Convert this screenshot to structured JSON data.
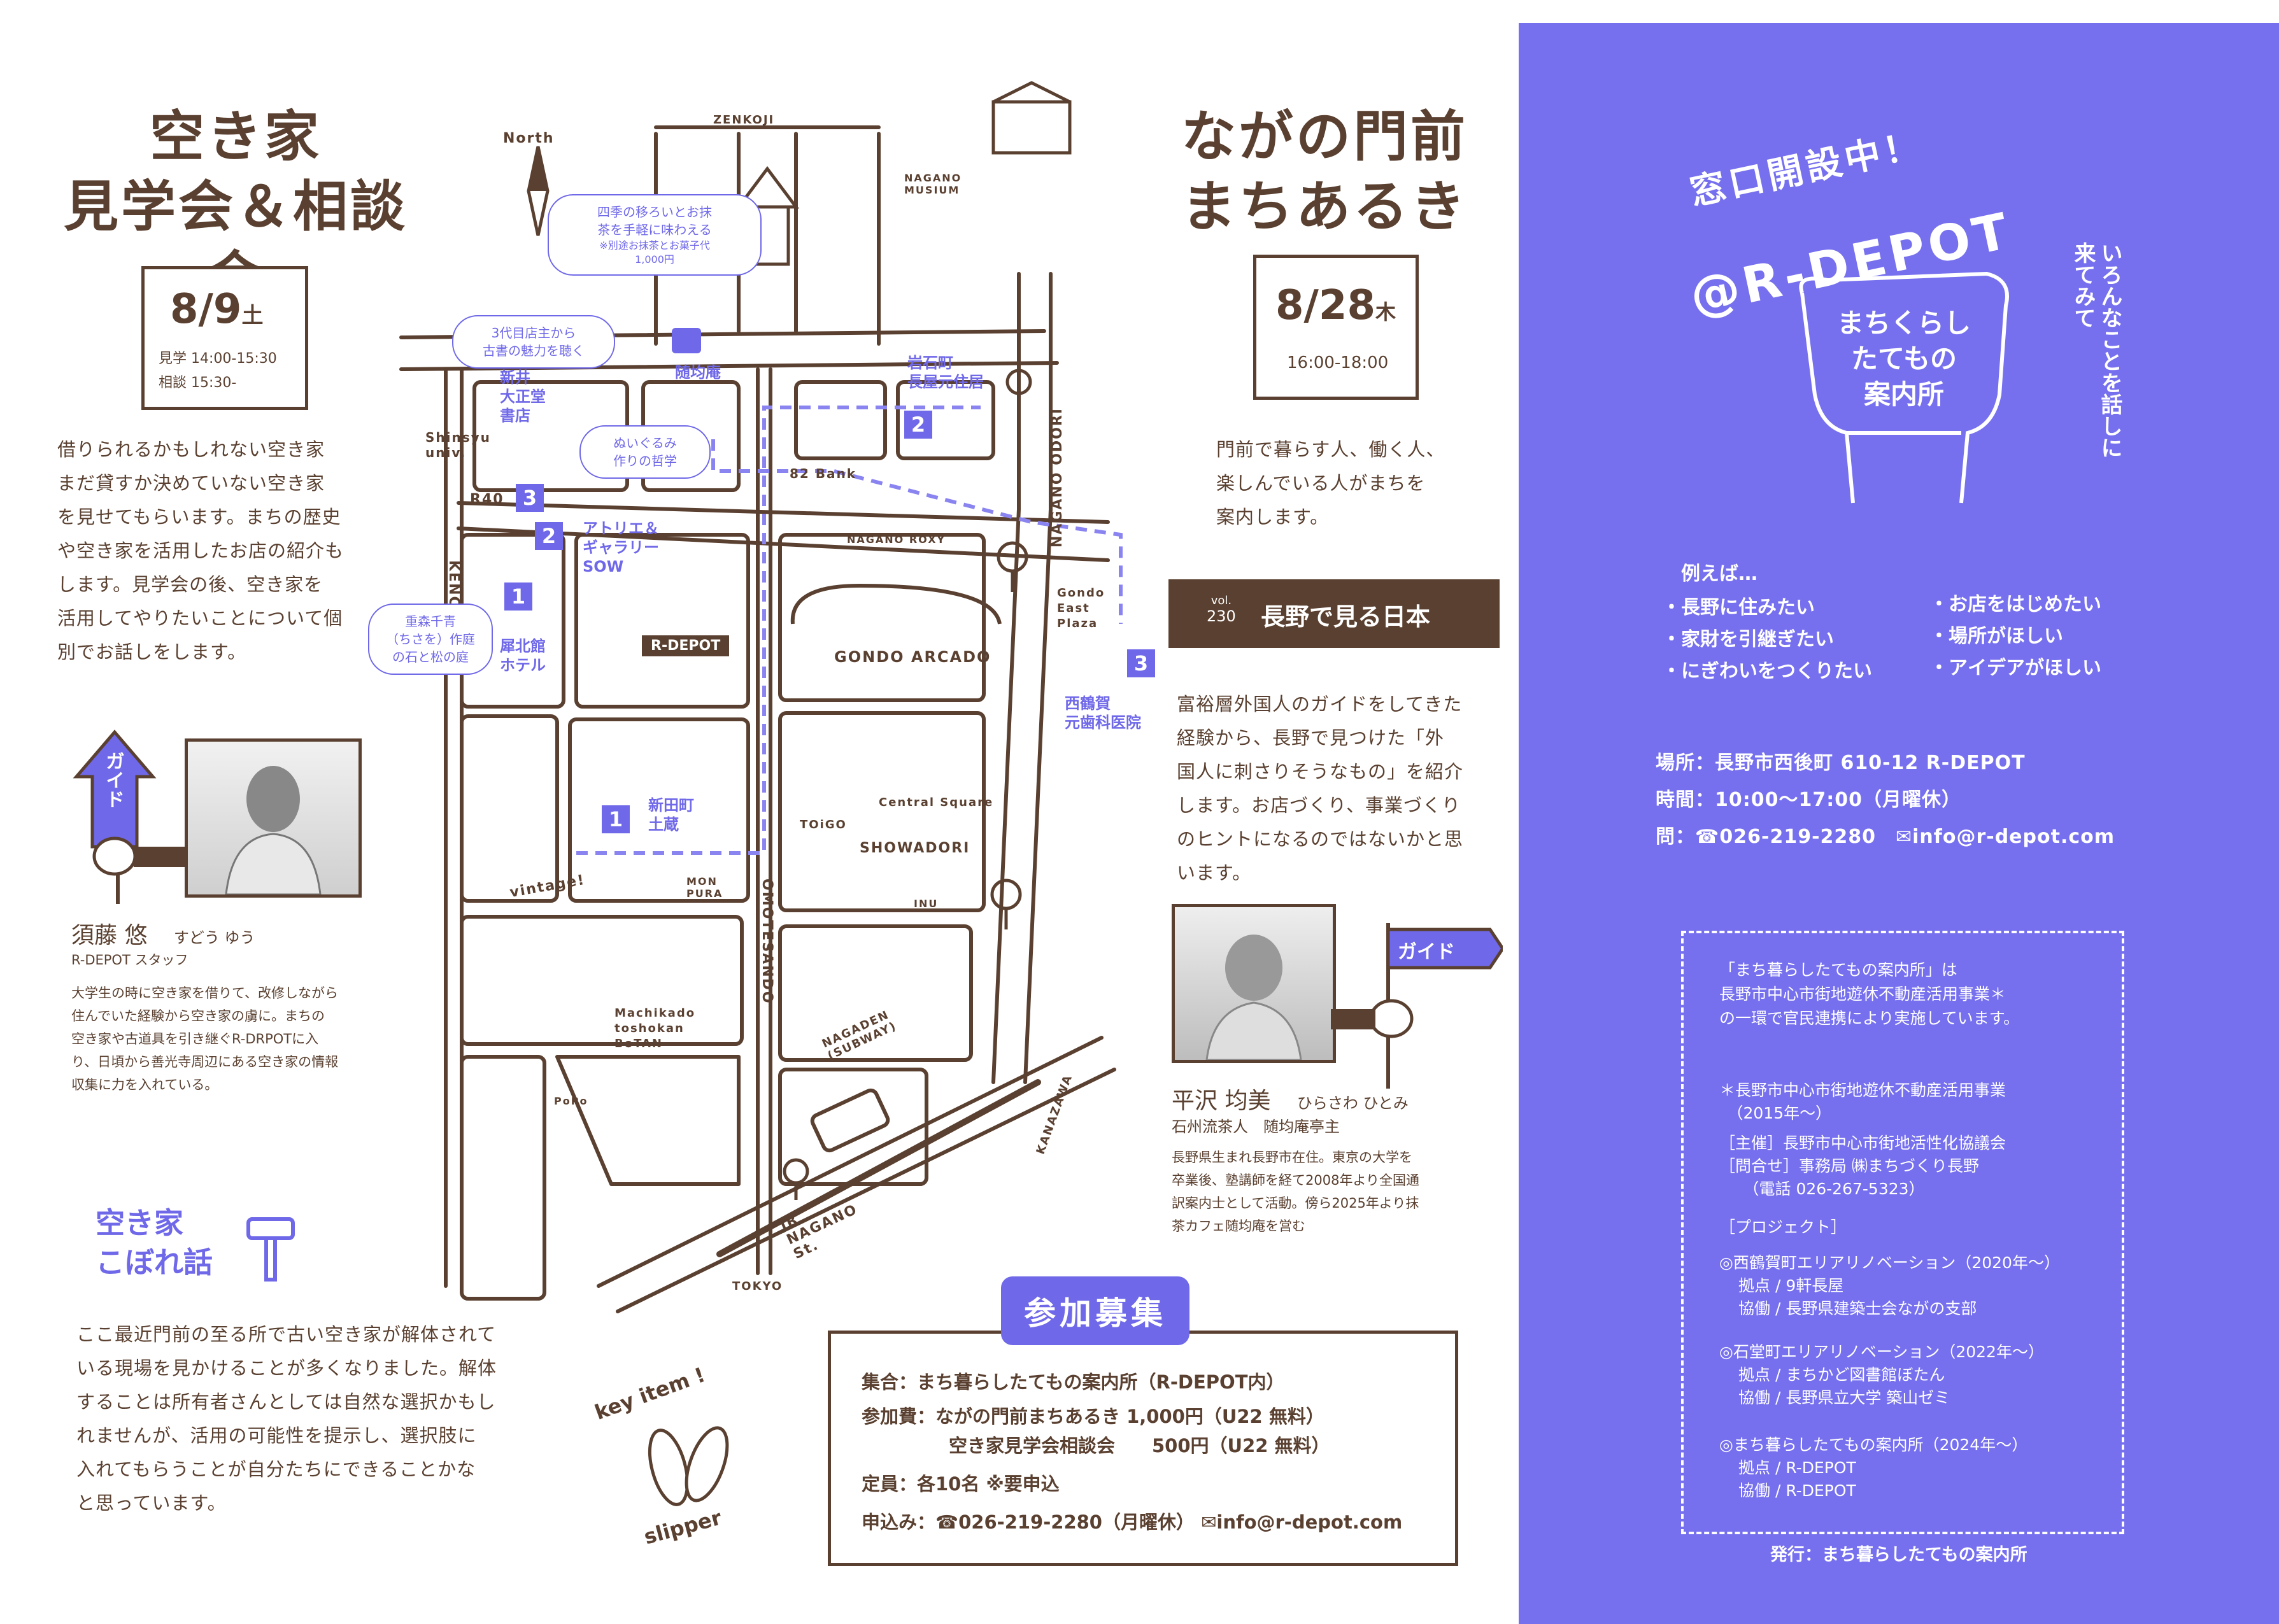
{
  "left": {
    "title_line1": "空き家",
    "title_line2": "見学会＆相談会",
    "date": "8/9",
    "weekday": "土",
    "schedule_tour": "見学 14:00-15:30",
    "schedule_consult": "相談 15:30-",
    "description": [
      "借りられるかもしれない空き家",
      "まだ貸すか決めていない空き家",
      "を見せてもらいます。まちの歴史",
      "や空き家を活用したお店の紹介も",
      "します。見学会の後、空き家を",
      "活用してやりたいことについて個",
      "別でお話しをします。"
    ],
    "guide_flag": "ガイド",
    "guide_name": "須藤 悠",
    "guide_kana": "すどう ゆう",
    "guide_role": "R-DEPOT スタッフ",
    "guide_bio": [
      "大学生の時に空き家を借りて、改修しながら",
      "住んでいた経験から空き家の虜に。まちの",
      "空き家や古道具を引き継ぐR-DRPOTに入",
      "り、日頃から善光寺周辺にある空き家の情報",
      "収集に力を入れている。"
    ],
    "column_title1": "空き家",
    "column_title2": "こぼれ話",
    "column_text": [
      "ここ最近門前の至る所で古い空き家が解体されて",
      "いる現場を見かけることが多くなりました。解体",
      "することは所有者さんとしては自然な選択かもし",
      "れませんが、活用の可能性を提示し、選択肢に",
      "入れてもらうことが自分たちにできることかな",
      "と思っています。"
    ],
    "key_item": "key item !",
    "slipper": "slipper"
  },
  "map": {
    "north": "North",
    "zenkoji": "ZENKOJI",
    "museum": "NAGANO MUSIUM",
    "shinsyu": "Shinsyu univ.",
    "r40": "R40",
    "kencho": "KENCHO",
    "b82": "82 Bank",
    "roxy": "NAGANO ROXY",
    "arcade": "GONDO ARCADO",
    "odori": "NAGANO ODORI",
    "plaza": "Gondo East Plaza",
    "central": "Central Square",
    "toigo": "TOiGO",
    "showadori": "SHOWADORI",
    "omotesando": "OMOTESANDO",
    "monpura": "MON PURA",
    "inu": "INU",
    "vintage": "vintage!",
    "machikado": "Machikado toshokan BoTAN",
    "popo": "PoPo",
    "nagaden": "NAGADEN (SUBWAY)",
    "kanazawa": "KANAZAWA",
    "jr": "JR NAGANO St.",
    "tokyo": "TOKYO",
    "rdepot": "R-DEPOT",
    "tag_matcha": [
      "四季の移ろいとお抹",
      "茶を手軽に味わえる"
    ],
    "tag_matcha_note": [
      "※別途お抹茶とお菓子代",
      "1,000円"
    ],
    "tag_books": [
      "3代目店主から",
      "古書の魅力を聴く"
    ],
    "tag_nuigurumi": [
      "ぬいぐるみ",
      "作りの哲学"
    ],
    "tag_garden": [
      "重森千青",
      "（ちさを）作庭",
      "の石と松の庭"
    ],
    "label_zuikin": "随均庵",
    "label_arai": [
      "新井",
      "大正堂",
      "書店"
    ],
    "label_atelier": [
      "アトリエ＆",
      "ギャラリー",
      "SOW"
    ],
    "label_saihokukan": [
      "犀北館",
      "ホテル"
    ],
    "label_shinden": [
      "新田町",
      "土蔵"
    ],
    "label_iwaishi": [
      "岩石町",
      "長屋元住居"
    ],
    "label_nishitsuruga": [
      "西鶴賀",
      "元歯科医院"
    ],
    "pin3a": "3",
    "pin2a": "2",
    "pin1a": "1",
    "pin1b": "1",
    "pin2b": "2",
    "pin3b": "3"
  },
  "middle": {
    "title_line1": "ながの門前",
    "title_line2": "まちあるき",
    "date": "8/28",
    "weekday": "木",
    "time": "16:00-18:00",
    "description": [
      "門前で暮らす人、働く人、",
      "楽しんでいる人がまちを",
      "案内します。"
    ],
    "vol_label": "vol.",
    "vol_num": "230",
    "banner": "長野で見る日本",
    "banner_text": [
      "富裕層外国人のガイドをしてきた",
      "経験から、長野で見つけた「外",
      "国人に刺さりそうなもの」を紹介",
      "します。お店づくり、事業づくり",
      "のヒントになるのではないかと思",
      "います。"
    ],
    "guide_flag": "ガイド",
    "guide_name": "平沢 均美",
    "guide_kana": "ひらさわ ひとみ",
    "guide_role": "石州流茶人　随均庵亭主",
    "guide_bio": [
      "長野県生まれ長野市在住。東京の大学を",
      "卒業後、塾講師を経て2008年より全国通",
      "訳案内士として活動。傍ら2025年より抹",
      "茶カフェ随均庵を営む"
    ]
  },
  "signup": {
    "header": "参加募集",
    "line1": "集合：まち暮らしたてもの案内所（R-DEPOT内）",
    "line2": "参加費：ながの門前まちあるき 1,000円（U22 無料）",
    "line3": "空き家見学会相談会　　500円（U22 無料）",
    "line4": "定員：各10名 ※要申込",
    "line5": "申込み：☎026-219-2280（月曜休） ✉info@r-depot.com"
  },
  "right": {
    "headline1": "窓口開設中！",
    "headline2": "@R-DEPOT",
    "sign1": "まちくらし",
    "sign2": "たてもの",
    "sign3": "案内所",
    "vertical": "いろんなことを話しに来てみて",
    "examples_title": "例えば…",
    "examples_left": [
      "・長野に住みたい",
      "・家財を引継ぎたい",
      "・にぎわいをつくりたい"
    ],
    "examples_right": [
      "・お店をはじめたい",
      "・場所がほしい",
      "・アイデアがほしい"
    ],
    "place": "場所：長野市西後町 610-12 R-DEPOT",
    "hours": "時間：10:00〜17:00（月曜休）",
    "contact": "問：☎026-219-2280　✉info@r-depot.com",
    "box_intro": [
      "「まち暮らしたてもの案内所」は",
      "長野市中心市街地遊休不動産活用事業＊",
      "の一環で官民連携により実施しています。"
    ],
    "box_note": [
      "＊長野市中心市街地遊休不動産活用事業",
      "　（2015年〜）"
    ],
    "box_host": "［主催］長野市中心市街地活性化協議会",
    "box_contact1": "［問合せ］事務局 ㈱まちづくり長野",
    "box_contact2": "　　（電話 026-267-5323）",
    "box_project": "［プロジェクト］",
    "p1_title": "◎西鶴賀町エリアリノベーション（2020年〜）",
    "p1_base": "拠点 / 9軒長屋",
    "p1_coop": "協働 / 長野県建築士会ながの支部",
    "p2_title": "◎石堂町エリアリノベーション（2022年〜）",
    "p2_base": "拠点 / まちかど図書館ぼたん",
    "p2_coop": "協働 / 長野県立大学 築山ゼミ",
    "p3_title": "◎まち暮らしたてもの案内所（2024年〜）",
    "p3_base": "拠点 / R-DEPOT",
    "p3_coop": "協働 / R-DEPOT",
    "publisher": "発行：まち暮らしたてもの案内所"
  },
  "colors": {
    "brown": "#5a4030",
    "blue": "#6f68e8",
    "panel": "#7670ee",
    "white": "#ffffff"
  }
}
